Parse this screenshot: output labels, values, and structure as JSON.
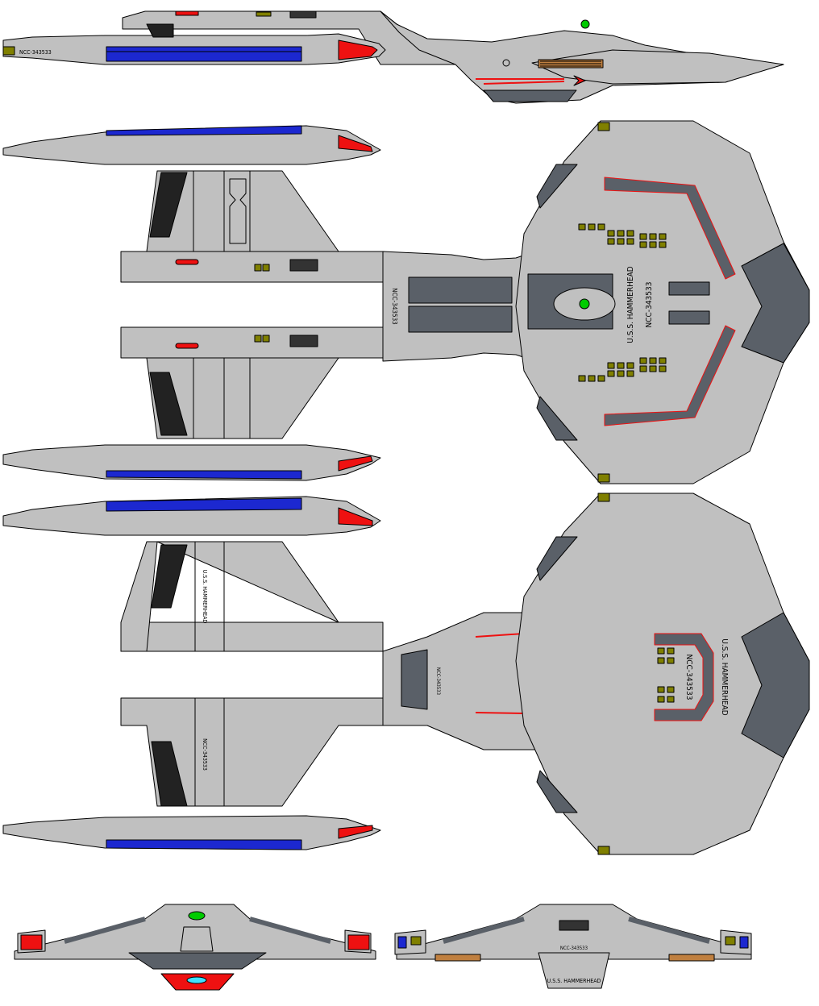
{
  "ship": {
    "name": "U.S.S. HAMMERHEAD",
    "registry": "NCC-343533"
  },
  "colors": {
    "hull": "#c0c0c0",
    "hull_dark": "#5a6068",
    "outline": "#000000",
    "nacelle_blue": "#1c28d0",
    "nacelle_red": "#ee1111",
    "window_olive": "#808000",
    "deflector_green": "#00cc00",
    "panel_orange": "#c08040",
    "cyan": "#40e0ff"
  },
  "views": [
    {
      "id": "side",
      "icon": "ship-side-view-icon"
    },
    {
      "id": "top",
      "icon": "ship-top-view-icon"
    },
    {
      "id": "bottom",
      "icon": "ship-bottom-view-icon"
    },
    {
      "id": "front",
      "icon": "ship-front-view-icon"
    },
    {
      "id": "rear",
      "icon": "ship-rear-view-icon"
    }
  ]
}
